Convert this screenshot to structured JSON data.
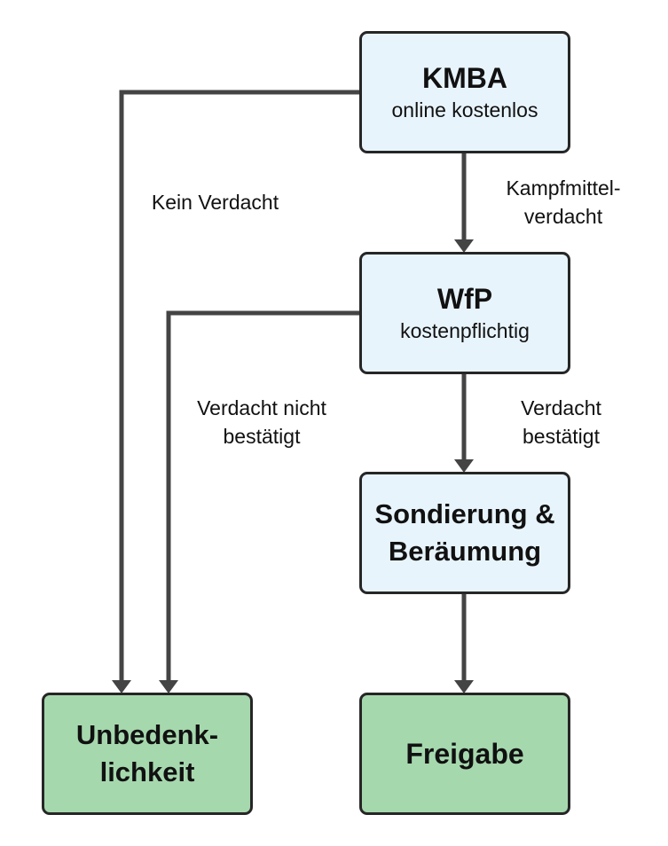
{
  "nodes": {
    "kmba": {
      "title": "KMBA",
      "subtitle": "online kostenlos"
    },
    "wfp": {
      "title": "WfP",
      "subtitle": "kostenpflichtig"
    },
    "sondierung": {
      "title": "Sondierung &\nBeräumung"
    },
    "unbedenklichkeit": {
      "title": "Unbedenk-\nlichkeit"
    },
    "freigabe": {
      "title": "Freigabe"
    }
  },
  "edges": {
    "kein_verdacht": "Kein Verdacht",
    "kampfmittelverdacht": "Kampfmittel-\nverdacht",
    "verdacht_nicht_bestaetigt": "Verdacht nicht\nbestätigt",
    "verdacht_bestaetigt": "Verdacht\nbestätigt"
  },
  "colors": {
    "process_fill": "#e8f4fc",
    "outcome_fill": "#a6d8ae",
    "border": "#262626",
    "arrow": "#444444"
  }
}
